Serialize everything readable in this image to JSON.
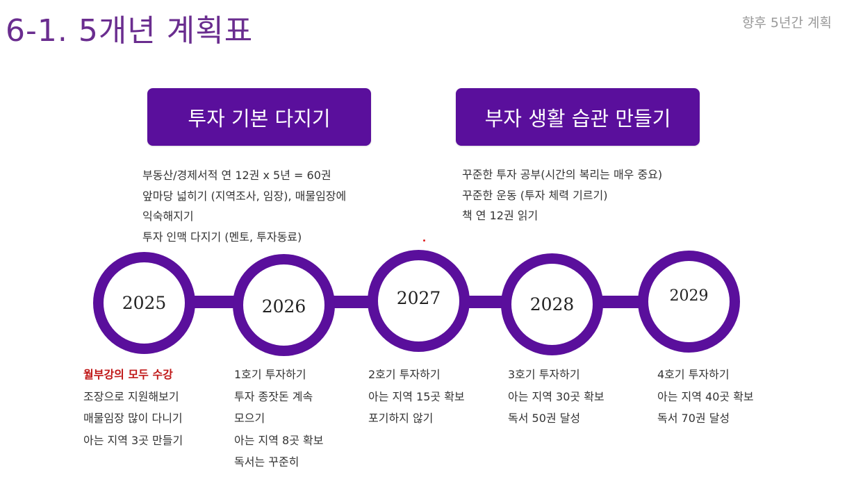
{
  "header": {
    "title": "6-1. 5개년 계획표",
    "subtitle": "향후 5년간 계획"
  },
  "banners": {
    "left": "투자 기본 다지기",
    "right": "부자 생활 습관 만들기"
  },
  "goals_left": [
    "부동산/경제서적 연 12권 x 5년 = 60권",
    "앞마당 넓히기 (지역조사, 임장), 매물임장에",
    "익숙해지기",
    "투자 인맥 다지기 (멘토, 투자동료)"
  ],
  "goals_right": [
    "꾸준한 투자 공부(시간의 복리는 매우 중요)",
    "꾸준한 운동 (투자 체력 기르기)",
    "책 연 12권 읽기"
  ],
  "years": [
    "2025",
    "2026",
    "2027",
    "2028",
    "2029"
  ],
  "plans": [
    [
      "월부강의 모두 수강",
      "조장으로 지원해보기",
      "매물임장 많이 다니기",
      "아는 지역 3곳 만들기"
    ],
    [
      "1호기 투자하기",
      "투자 종잣돈 계속",
      "모으기",
      "아는 지역 8곳 확보",
      "독서는 꾸준히"
    ],
    [
      "2호기 투자하기",
      "아는 지역 15곳 확보",
      "포기하지 않기"
    ],
    [
      "3호기 투자하기",
      "아는 지역 30곳 확보",
      "독서 50권 달성"
    ],
    [
      "4호기 투자하기",
      "아는 지역 40곳 확보",
      "독서 70권 달성"
    ]
  ],
  "colors": {
    "accent": "#5a0f9c",
    "title": "#6a2d8f",
    "highlight": "#c01818"
  }
}
